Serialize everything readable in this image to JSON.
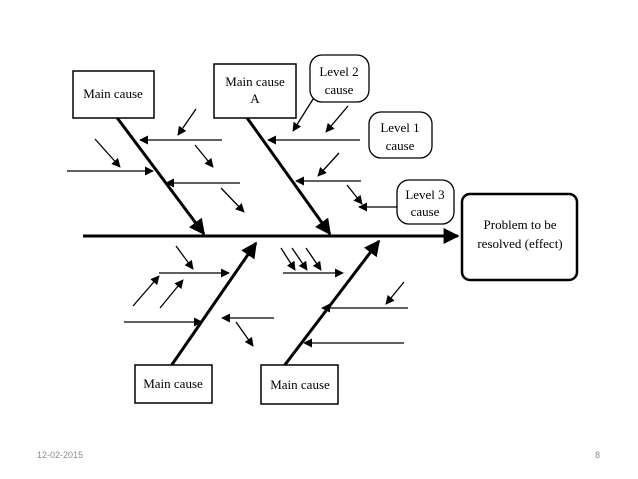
{
  "diagram": {
    "effect": {
      "line1": "Problem to be",
      "line2": "resolved (effect)"
    },
    "main_causes": {
      "top_left": "Main cause",
      "top_right": {
        "line1": "Main cause",
        "line2": "A"
      },
      "bottom_left": "Main cause",
      "bottom_right": "Main cause"
    },
    "callouts": {
      "level2": {
        "line1": "Level 2",
        "line2": "cause"
      },
      "level1": {
        "line1": "Level 1",
        "line2": "cause"
      },
      "level3": {
        "line1": "Level 3",
        "line2": "cause"
      }
    }
  },
  "footer": {
    "date": "12-02-2015",
    "page": "8"
  }
}
